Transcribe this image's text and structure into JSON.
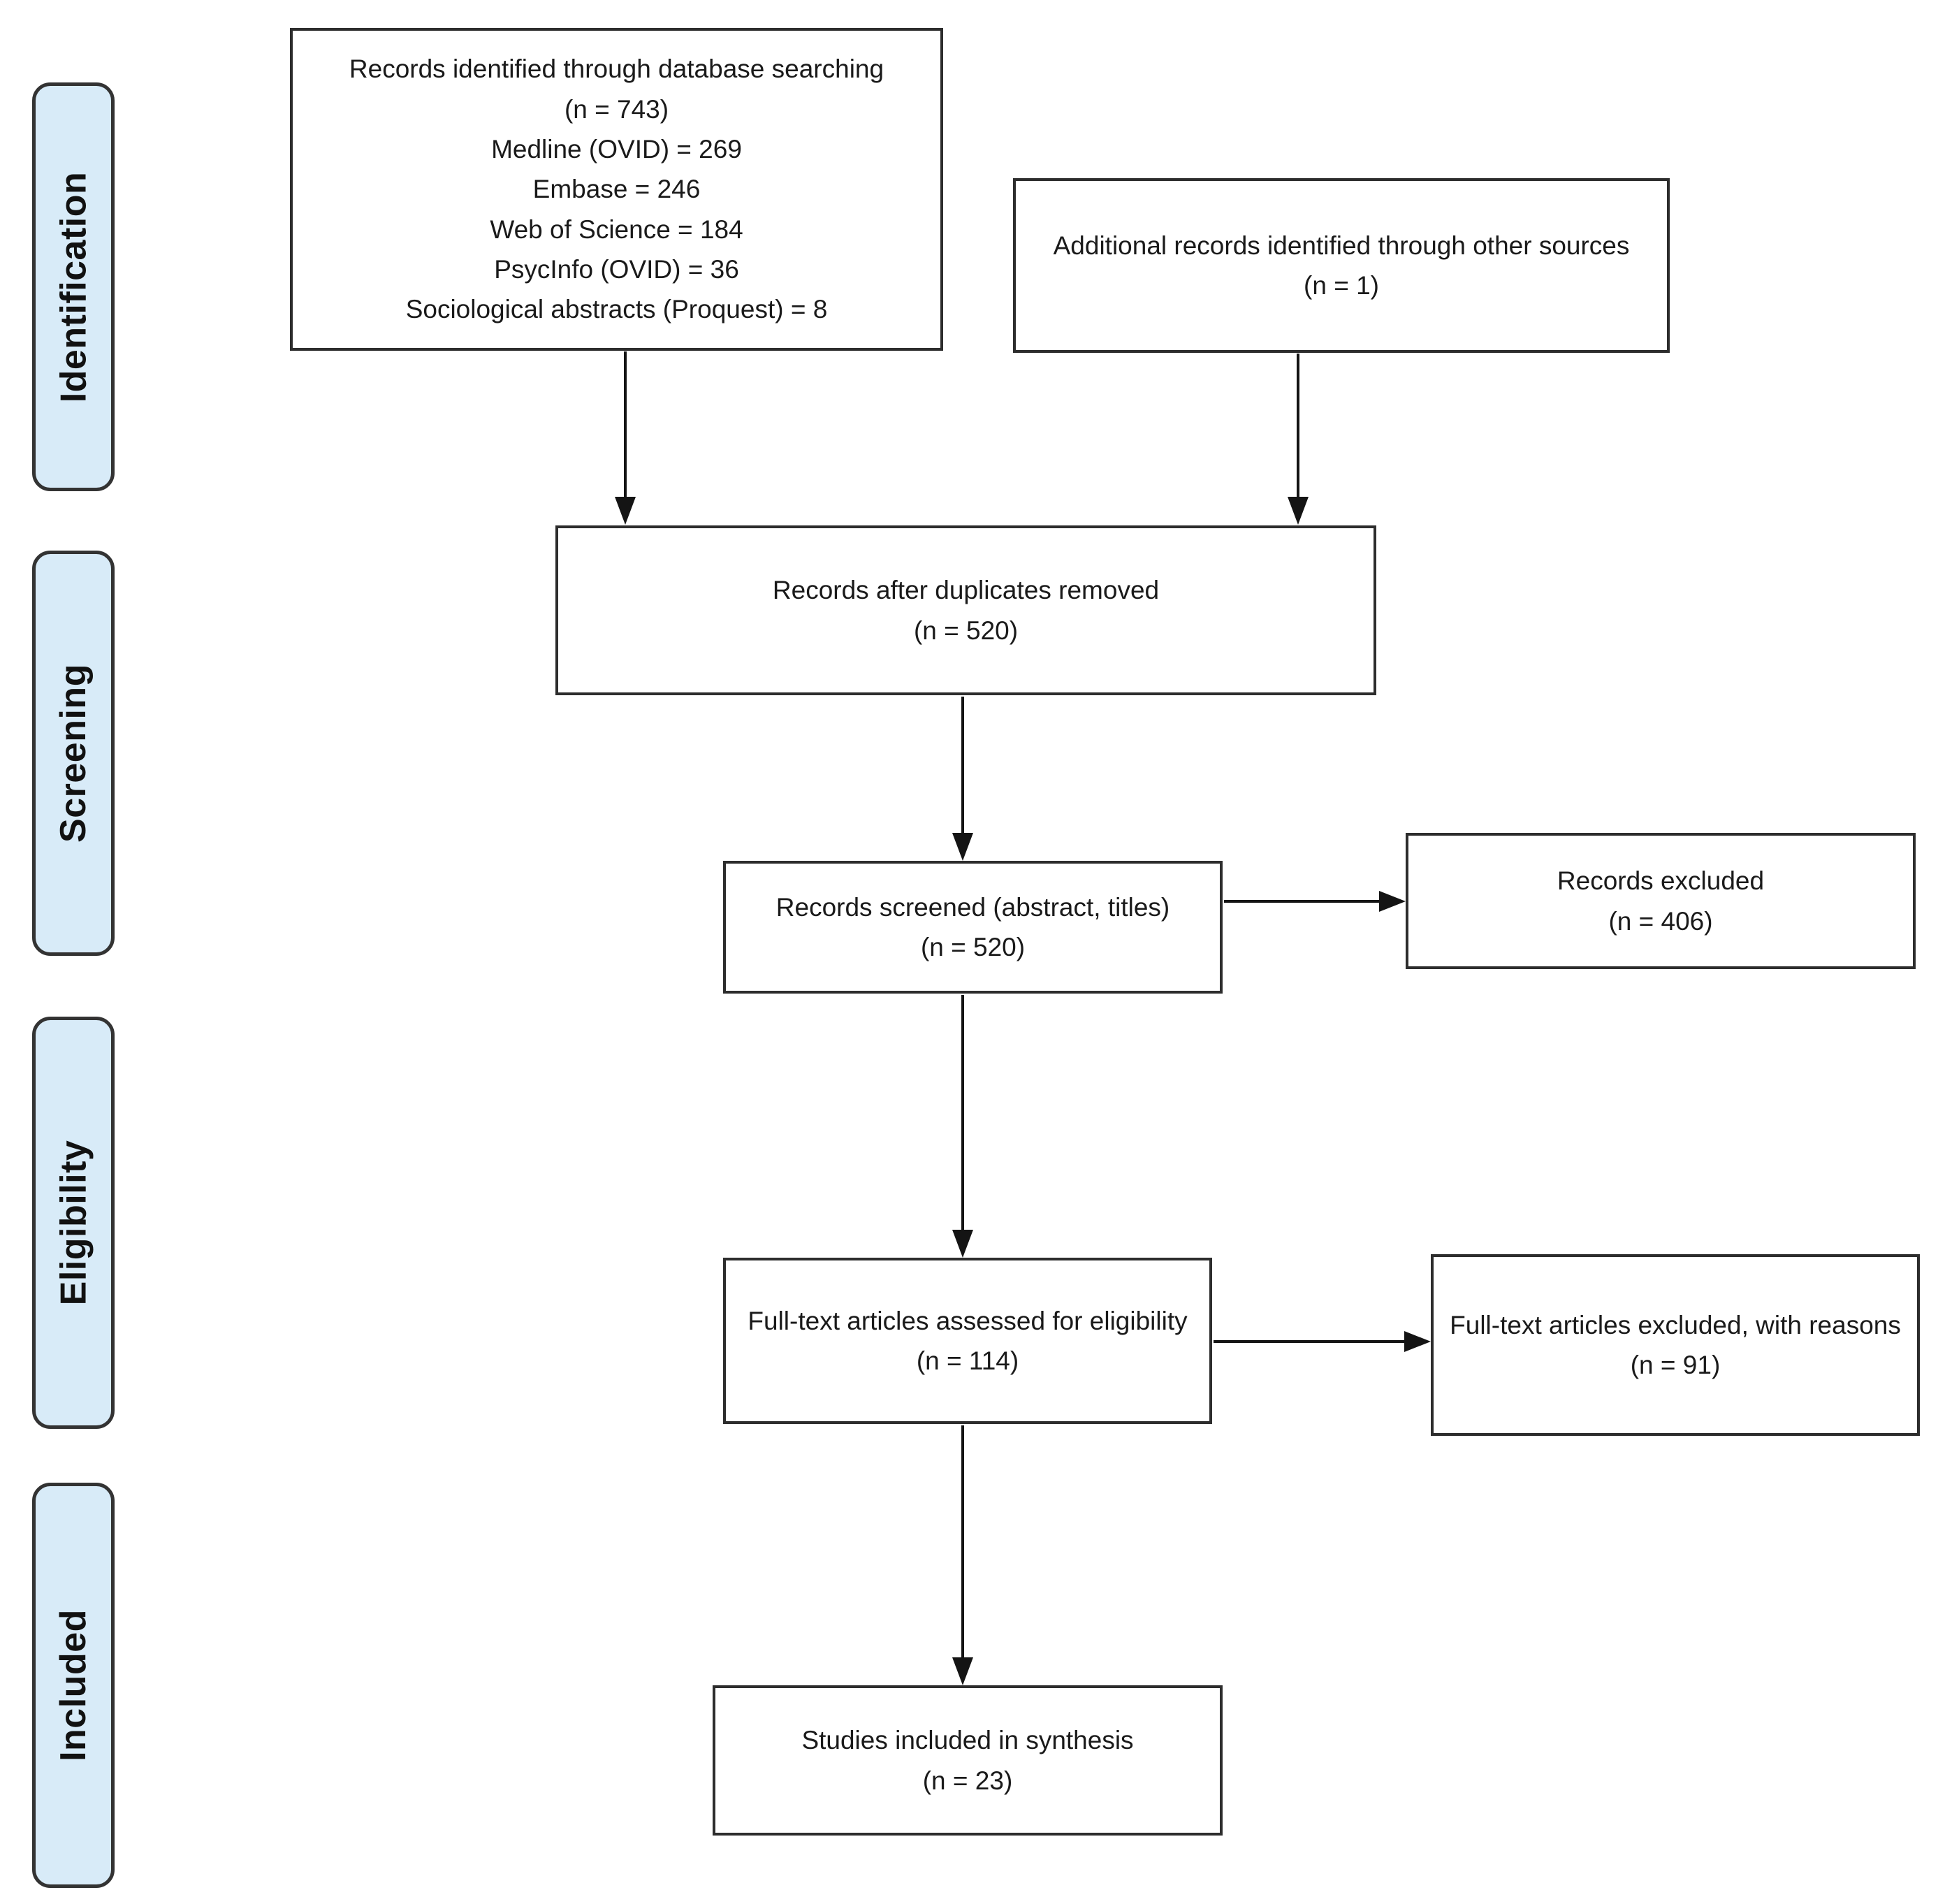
{
  "diagram": {
    "type": "prisma-flow",
    "stages": [
      {
        "label": "Identification"
      },
      {
        "label": "Screening"
      },
      {
        "label": "Eligibility"
      },
      {
        "label": "Included"
      }
    ],
    "nodes": {
      "db_search": {
        "text": "Records identified through database searching",
        "count": "(n = 743)",
        "details": [
          "Medline (OVID) = 269",
          "Embase = 246",
          "Web of Science = 184",
          "PsycInfo (OVID) = 36",
          "Sociological abstracts (Proquest) = 8"
        ]
      },
      "other_sources": {
        "text": "Additional records identified through other sources",
        "count": "(n = 1)"
      },
      "after_duplicates": {
        "text": "Records after duplicates removed",
        "count": "(n = 520)"
      },
      "screened": {
        "text": "Records screened (abstract, titles)",
        "count": "(n = 520)"
      },
      "records_excluded": {
        "text": "Records excluded",
        "count": "(n = 406)"
      },
      "fulltext_assessed": {
        "text": "Full-text articles assessed for eligibility",
        "count": "(n = 114)"
      },
      "fulltext_excluded": {
        "text": "Full-text articles excluded, with reasons",
        "count": "(n = 91)"
      },
      "included_synthesis": {
        "text": "Studies included in synthesis",
        "count": "(n = 23)"
      }
    },
    "colors": {
      "stage_fill": "#d8ebf8",
      "stage_border": "#333333",
      "node_border": "#2d2d2d",
      "arrow": "#141414",
      "text": "#1a1a1a",
      "background": "#ffffff"
    }
  }
}
